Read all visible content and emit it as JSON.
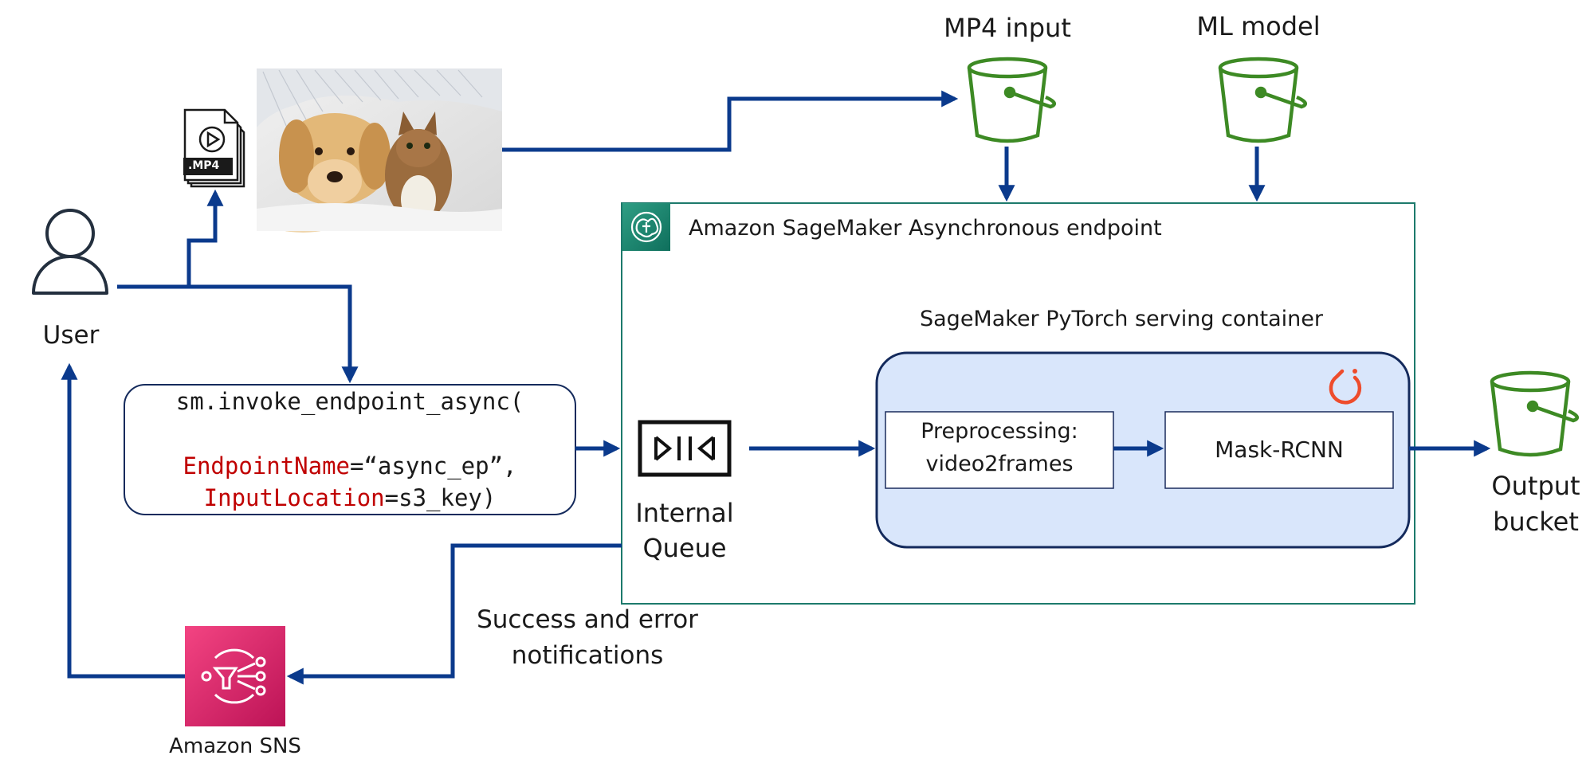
{
  "labels": {
    "user": "User",
    "mp4_input": "MP4 input",
    "ml_model": "ML model",
    "endpoint_title": "Amazon SageMaker Asynchronous endpoint",
    "container_title": "SageMaker PyTorch serving container",
    "internal_queue_l1": "Internal",
    "internal_queue_l2": "Queue",
    "preprocessing_l1": "Preprocessing:",
    "preprocessing_l2": "video2frames",
    "mask_rcnn": "Mask-RCNN",
    "output_l1": "Output",
    "output_l2": "bucket",
    "notifications_l1": "Success and error",
    "notifications_l2": "notifications",
    "sns": "Amazon SNS",
    "mp4_file_ext": ".MP4"
  },
  "code": {
    "line1": "sm.invoke_endpoint_async(",
    "param1_name": "EndpointName",
    "param1_value": "=“async_ep”,",
    "param2_name": "InputLocation",
    "param2_value": "=s3_key)"
  },
  "colors": {
    "arrow": "#0b3a8c",
    "bucket": "#3d8a24",
    "endpoint_border": "#1d7a6c",
    "container_fill": "#d9e6fb",
    "container_border": "#142a5c",
    "code_param": "#c00000",
    "sns_fill": "#e7157b",
    "sagemaker_icon": "#1b7f6b",
    "pytorch": "#ee4c2c"
  },
  "icons": {
    "user": "user-icon",
    "mp4_file": "mp4-file-icon",
    "photo": "dog-and-cat-photo",
    "bucket": "s3-bucket-icon",
    "queue": "queue-icon",
    "sagemaker": "sagemaker-icon",
    "pytorch": "pytorch-icon",
    "sns": "sns-icon"
  }
}
